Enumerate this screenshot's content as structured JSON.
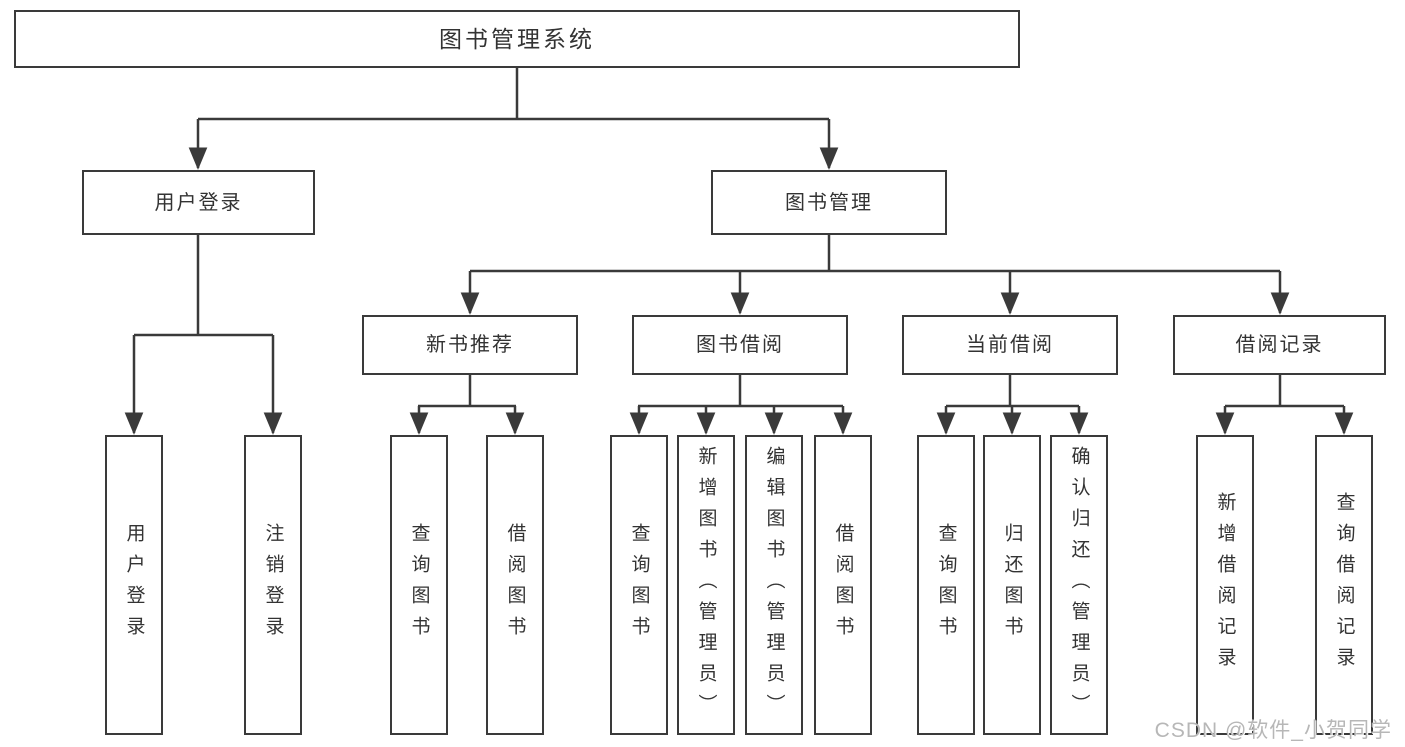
{
  "diagram": {
    "tree": {
      "root": {
        "label": "图书管理系统",
        "children": [
          {
            "label": "用户登录",
            "children": [
              {
                "label": "用户登录"
              },
              {
                "label": "注销登录"
              }
            ]
          },
          {
            "label": "图书管理",
            "children": [
              {
                "label": "新书推荐",
                "children": [
                  {
                    "label": "查询图书"
                  },
                  {
                    "label": "借阅图书"
                  }
                ]
              },
              {
                "label": "图书借阅",
                "children": [
                  {
                    "label": "查询图书"
                  },
                  {
                    "label": "新增图书（管理员）"
                  },
                  {
                    "label": "编辑图书（管理员）"
                  },
                  {
                    "label": "借阅图书"
                  }
                ]
              },
              {
                "label": "当前借阅",
                "children": [
                  {
                    "label": "查询图书"
                  },
                  {
                    "label": "归还图书"
                  },
                  {
                    "label": "确认归还（管理员）"
                  }
                ]
              },
              {
                "label": "借阅记录",
                "children": [
                  {
                    "label": "新增借阅记录"
                  },
                  {
                    "label": "查询借阅记录"
                  }
                ]
              }
            ]
          }
        ]
      }
    },
    "colors": {
      "line": "#3a3a3a",
      "text": "#333333",
      "background": "#ffffff",
      "watermark": "#b7b7b7"
    }
  },
  "watermark": {
    "text": "CSDN @软件_小贺同学"
  }
}
